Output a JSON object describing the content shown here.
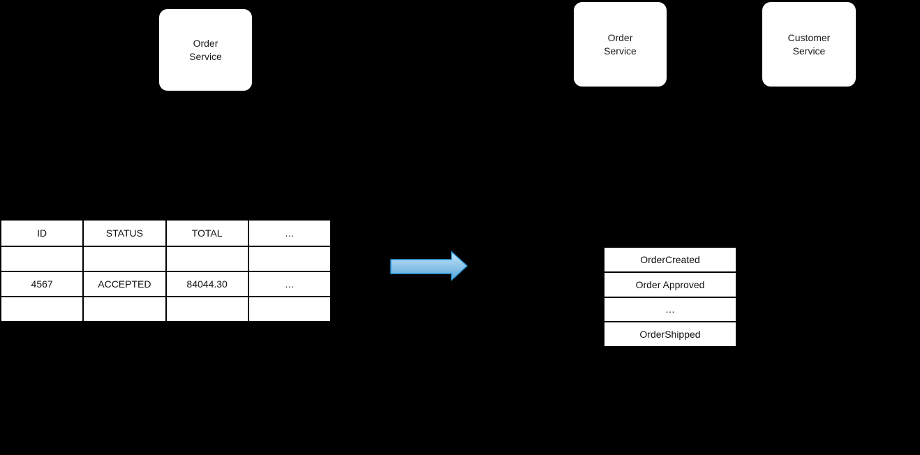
{
  "left_service_box": {
    "lines": [
      "Order",
      "Service"
    ]
  },
  "right_order_service_box": {
    "lines": [
      "Order",
      "Service"
    ]
  },
  "right_customer_service_box": {
    "lines": [
      "Customer",
      "Service"
    ]
  },
  "orders_table": {
    "headers": [
      "ID",
      "STATUS",
      "TOTAL",
      "…"
    ],
    "rows": [
      [
        "",
        "",
        "",
        ""
      ],
      [
        "4567",
        "ACCEPTED",
        "84044.30",
        "…"
      ],
      [
        "",
        "",
        "",
        ""
      ]
    ]
  },
  "event_list": {
    "items": [
      "OrderCreated",
      "Order Approved",
      "…",
      "OrderShipped"
    ]
  },
  "arrow": {
    "fill_top": "#c8e6f8",
    "fill_bottom": "#5aa7dc",
    "border_color": "#2d9fe3"
  },
  "colors": {
    "background": "#000000",
    "box_fill": "#ffffff",
    "text": "#1a1a1a"
  }
}
